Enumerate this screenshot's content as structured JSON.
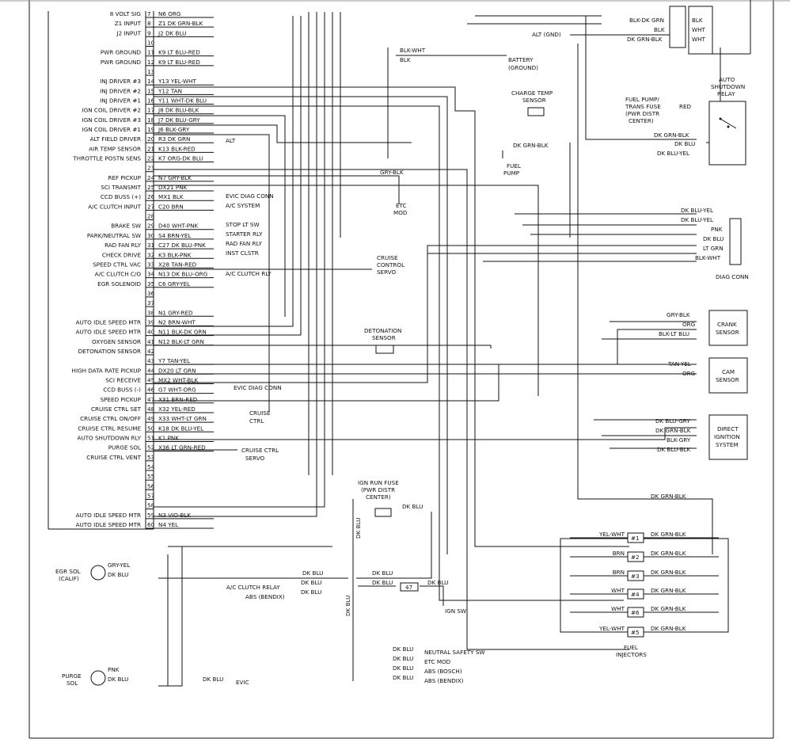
{
  "pcm": {
    "pins": [
      {
        "n": "7",
        "func": "8 VOLT SIG",
        "wire": "N6 ORG"
      },
      {
        "n": "8",
        "func": "Z1 INPUT",
        "wire": "Z1 DK GRN-BLK"
      },
      {
        "n": "9",
        "func": "J2 INPUT",
        "wire": "J2 DK BLU"
      },
      {
        "n": "10",
        "func": "",
        "wire": ""
      },
      {
        "n": "11",
        "func": "PWR GROUND",
        "wire": "K9 LT BLU-RED"
      },
      {
        "n": "12",
        "func": "PWR GROUND",
        "wire": "K9 LT BLU-RED"
      },
      {
        "n": "13",
        "func": "",
        "wire": ""
      },
      {
        "n": "14",
        "func": "INJ DRIVER #3",
        "wire": "Y13 YEL-WHT"
      },
      {
        "n": "15",
        "func": "INJ DRIVER #2",
        "wire": "Y12 TAN"
      },
      {
        "n": "16",
        "func": "INJ DRIVER #1",
        "wire": "Y11 WHT-DK BLU"
      },
      {
        "n": "17",
        "func": "IGN COIL DRIVER #2",
        "wire": "J8 DK BLU-BLK"
      },
      {
        "n": "18",
        "func": "IGN COIL DRIVER #3",
        "wire": "J7 DK BLU-GRY"
      },
      {
        "n": "19",
        "func": "IGN COIL DRIVER #1",
        "wire": "J6 BLK-GRY"
      },
      {
        "n": "20",
        "func": "ALT FIELD DRIVER",
        "wire": "R3 DK GRN"
      },
      {
        "n": "21",
        "func": "AIR TEMP SENSOR",
        "wire": "K13 BLK-RED"
      },
      {
        "n": "22",
        "func": "THROTTLE POSTN SENS",
        "wire": "K7 ORG-DK BLU"
      },
      {
        "n": "23",
        "func": "",
        "wire": ""
      },
      {
        "n": "24",
        "func": "REF PICKUP",
        "wire": "N7 GRY-BLK"
      },
      {
        "n": "25",
        "func": "SCI TRANSMIT",
        "wire": "DX21 PNK"
      },
      {
        "n": "26",
        "func": "CCD BUSS (+)",
        "wire": "MX1 BLK"
      },
      {
        "n": "27",
        "func": "A/C CLUTCH INPUT",
        "wire": "C20 BRN"
      },
      {
        "n": "28",
        "func": "",
        "wire": ""
      },
      {
        "n": "29",
        "func": "BRAKE SW",
        "wire": "D40 WHT-PNK"
      },
      {
        "n": "30",
        "func": "PARK/NEUTRAL SW",
        "wire": "S4 BRN-YEL"
      },
      {
        "n": "31",
        "func": "RAD FAN RLY",
        "wire": "C27 DK BLU-PNK"
      },
      {
        "n": "32",
        "func": "CHECK DRIVE",
        "wire": "K3 BLK-PNK"
      },
      {
        "n": "33",
        "func": "SPEED CTRL VAC",
        "wire": "X28 TAN-RED"
      },
      {
        "n": "34",
        "func": "A/C CLUTCH C/O",
        "wire": "N13 DK BLU-ORG"
      },
      {
        "n": "35",
        "func": "EGR SOLENOID",
        "wire": "C6 GRY-YEL"
      },
      {
        "n": "36",
        "func": "",
        "wire": ""
      },
      {
        "n": "37",
        "func": "",
        "wire": ""
      },
      {
        "n": "38",
        "func": "",
        "wire": "N1 GRY-RED"
      },
      {
        "n": "39",
        "func": "AUTO IDLE SPEED MTR",
        "wire": "N2 BRN-WHT"
      },
      {
        "n": "40",
        "func": "AUTO IDLE SPEED MTR",
        "wire": "N11 BLK-DK GRN"
      },
      {
        "n": "41",
        "func": "OXYGEN SENSOR",
        "wire": "N12 BLK-LT GRN"
      },
      {
        "n": "42",
        "func": "DETONATION SENSOR",
        "wire": ""
      },
      {
        "n": "43",
        "func": "",
        "wire": "Y7 TAN-YEL"
      },
      {
        "n": "44",
        "func": "HIGH DATA RATE PICKUP",
        "wire": "DX20 LT GRN"
      },
      {
        "n": "45",
        "func": "SCI RECEIVE",
        "wire": "MX2 WHT-BLK"
      },
      {
        "n": "46",
        "func": "CCD BUSS (-)",
        "wire": "G7 WHT-ORG"
      },
      {
        "n": "47",
        "func": "SPEED PICKUP",
        "wire": "X31 BRN-RED"
      },
      {
        "n": "48",
        "func": "CRUISE CTRL SET",
        "wire": "X32 YEL-RED"
      },
      {
        "n": "49",
        "func": "CRUISE CTRL ON/OFF",
        "wire": "X33 WHT-LT GRN"
      },
      {
        "n": "50",
        "func": "CRUISE CTRL RESUME",
        "wire": "K18 DK BLU-YEL"
      },
      {
        "n": "51",
        "func": "AUTO SHUTDOWN RLY",
        "wire": "K1 PNK"
      },
      {
        "n": "52",
        "func": "PURGE SOL",
        "wire": "X36 LT GRN-RED"
      },
      {
        "n": "53",
        "func": "CRUISE CTRL VENT",
        "wire": ""
      },
      {
        "n": "54",
        "func": "",
        "wire": ""
      },
      {
        "n": "55",
        "func": "",
        "wire": ""
      },
      {
        "n": "56",
        "func": "",
        "wire": ""
      },
      {
        "n": "57",
        "func": "",
        "wire": ""
      },
      {
        "n": "58",
        "func": "",
        "wire": ""
      },
      {
        "n": "59",
        "func": "AUTO IDLE SPEED MTR",
        "wire": "N3 VIO-BLK"
      },
      {
        "n": "60",
        "func": "AUTO IDLE SPEED MTR",
        "wire": "N4 YEL"
      }
    ]
  },
  "destinations": [
    {
      "text": "ALT"
    },
    {
      "text": "EVIC DIAG CONN"
    },
    {
      "text": "A/C SYSTEM"
    },
    {
      "text": "STOP LT SW"
    },
    {
      "text": "STARTER RLY"
    },
    {
      "text": "RAD FAN RLY"
    },
    {
      "text": "INST CLSTR"
    },
    {
      "text": "A/C CLUTCH RLY"
    },
    {
      "text": "EVIC DIAG CONN"
    },
    {
      "text": "CRUISE"
    },
    {
      "text": "CTRL"
    },
    {
      "text": "CRUISE CTRL"
    },
    {
      "text": "SERVO"
    }
  ],
  "components": {
    "alt_gnd": "ALT (GND)",
    "top_wires": [
      "BLK-DK GRN",
      "BLK",
      "DK GRN-BLK"
    ],
    "top_right": [
      "BLK",
      "WHT",
      "WHT"
    ],
    "battery": [
      "BATTERY",
      "(GROUND)"
    ],
    "blk_wht": "BLK-WHT",
    "blk": "BLK",
    "charge_temp": [
      "CHARGE TEMP",
      "SENSOR"
    ],
    "asd_relay": [
      "AUTO",
      "SHUTDOWN",
      "RELAY"
    ],
    "fuel_fuse": [
      "FUEL PUMP/",
      "TRANS FUSE",
      "(PWR DISTR",
      "CENTER)"
    ],
    "red": "RED",
    "asd_wires": [
      "DK GRN-BLK",
      "DK BLU",
      "DK BLU-YEL"
    ],
    "fuel_pump_wire": "DK GRN-BLK",
    "fuel_pump": [
      "FUEL",
      "PUMP"
    ],
    "gry_blk": "GRY-BLK",
    "etc_mod": [
      "ETC",
      "MOD"
    ],
    "cruise_servo": [
      "CRUISE",
      "CONTROL",
      "SERVO"
    ],
    "diag_wires": [
      "DK BLU-YEL",
      "DK BLU-YEL",
      "PNK",
      "DK BLU",
      "LT GRN",
      "BLK-WHT"
    ],
    "diag_conn": "DIAG CONN",
    "crank_wires": [
      "GRY-BLK",
      "ORG",
      "BLK-LT BLU"
    ],
    "crank": [
      "CRANK",
      "SENSOR"
    ],
    "cam_wires": [
      "TAN-YEL",
      "ORG"
    ],
    "cam": [
      "CAM",
      "SENSOR"
    ],
    "detonation": [
      "DETONATION",
      "SENSOR"
    ],
    "ign_wires": [
      "DK BLU-GRY",
      "DK GRN-BLK",
      "BLK-GRY",
      "DK BLU-BLK"
    ],
    "ign_sys": [
      "DIRECT",
      "IGNITION",
      "SYSTEM"
    ],
    "dk_grn_blk": "DK GRN-BLK",
    "ign_fuse": [
      "IGN RUN FUSE",
      "(PWR DISTR",
      "CENTER)"
    ],
    "dk_blu": "DK BLU",
    "inj_left": [
      "YEL-WHT",
      "BRN",
      "BRN",
      "WHT",
      "WHT",
      "YEL-WHT"
    ],
    "inj_labels": [
      "#1",
      "#2",
      "#3",
      "#4",
      "#6",
      "#5"
    ],
    "inj_right": [
      "DK GRN-BLK",
      "DK GRN-BLK",
      "DK GRN-BLK",
      "DK GRN-BLK",
      "DK GRN-BLK",
      "DK GRN-BLK"
    ],
    "injectors": [
      "FUEL",
      "INJECTORS"
    ],
    "egr_sol": [
      "EGR SOL",
      "(CALIF)"
    ],
    "gry_yel": "GRY-YEL",
    "egr_dkblu": "DK BLU",
    "mid_dkblu": [
      "DK BLU",
      "DK BLU",
      "DK BLU",
      "DK BLU",
      "DK BLU"
    ],
    "ac_clutch_relay": "A/C CLUTCH RELAY",
    "abs_bendix": "ABS (BENDIX)",
    "splice47": "47",
    "ign_sw": "IGN SW",
    "lower_wires": [
      "DK BLU",
      "DK BLU",
      "DK BLU",
      "DK BLU"
    ],
    "lower_dest": [
      "NEUTRAL SAFETY SW",
      "ETC MOD",
      "ABS (BOSCH)",
      "ABS (BENDIX)"
    ],
    "purge": [
      "PURGE",
      "SOL"
    ],
    "pnk": "PNK",
    "purge_dkblu": "DK BLU",
    "evic_wire": "DK BLU",
    "evic": "EVIC",
    "vert_dkblu": "DK BLU"
  }
}
